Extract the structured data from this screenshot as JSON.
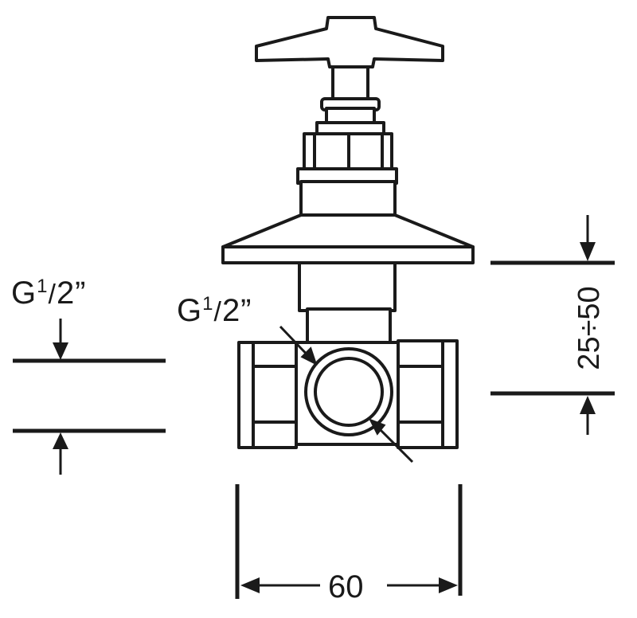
{
  "labels": {
    "left_thread": {
      "g": "G",
      "num": "1",
      "den": "2”"
    },
    "center_thread": {
      "g": "G",
      "num": "1",
      "den": "2”"
    },
    "width_dim": "60",
    "height_dim": "25÷50"
  },
  "colors": {
    "line": "#1a1a1a",
    "fill": "#ffffff"
  }
}
